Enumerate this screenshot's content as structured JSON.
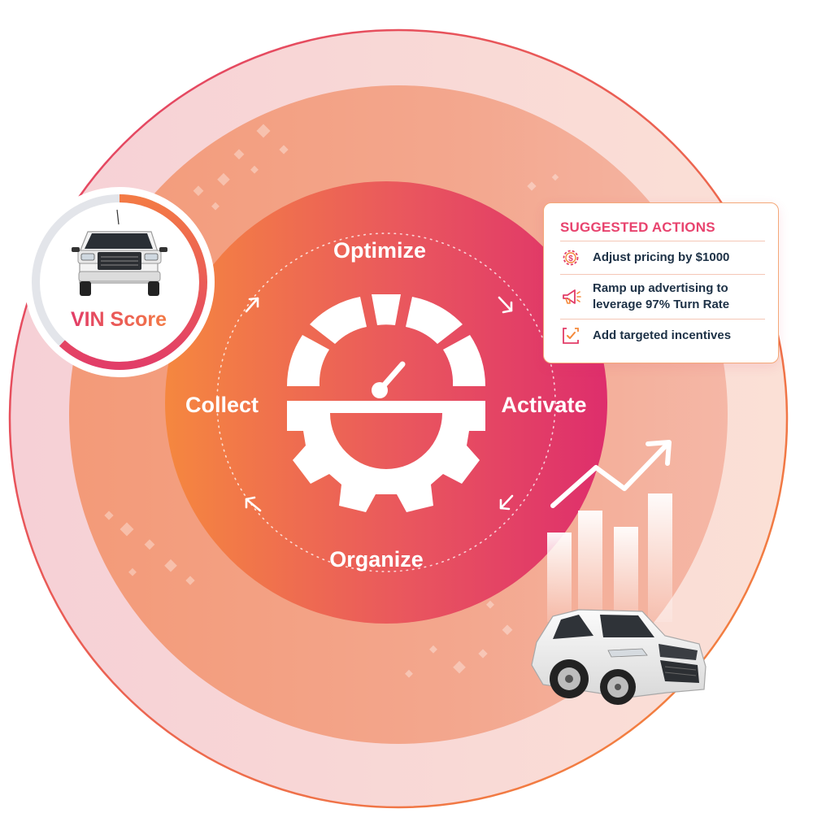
{
  "cycle": {
    "stages": [
      "Optimize",
      "Activate",
      "Organize",
      "Collect"
    ]
  },
  "vin_badge": {
    "label": "VIN Score",
    "score_fraction": 0.62,
    "vehicle": "pickup-truck-icon"
  },
  "suggested_actions": {
    "title": "SUGGESTED ACTIONS",
    "items": [
      {
        "icon": "dollar-gear-icon",
        "lines": [
          "Adjust pricing by $1000"
        ]
      },
      {
        "icon": "megaphone-icon",
        "lines": [
          "Ramp up advertising to",
          "leverage 97% Turn Rate"
        ]
      },
      {
        "icon": "checkbox-icon",
        "lines": [
          "Add targeted incentives"
        ]
      }
    ]
  },
  "growth_chart": {
    "icons": [
      "bar-chart-icon",
      "trend-up-arrow-icon",
      "suv-icon"
    ]
  },
  "colors": {
    "accent_pink": "#e23d68",
    "accent_orange": "#f5893a",
    "text_dark": "#1d3146",
    "card_border": "#f4a878"
  }
}
